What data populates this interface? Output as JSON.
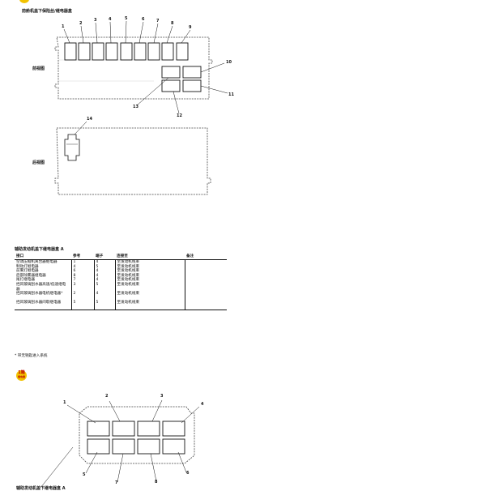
{
  "badge_top": "",
  "diagram1": {
    "heading": "前舱机盖下保险丝/继电器盒",
    "view_label": "前视图",
    "callouts": [
      "1",
      "2",
      "3",
      "4",
      "5",
      "6",
      "7",
      "8",
      "9",
      "10",
      "11",
      "12",
      "13"
    ]
  },
  "diagram2": {
    "view_label": "后视图",
    "callouts": [
      "14"
    ]
  },
  "table": {
    "title": "辅助发动机盖下继电器盒 A",
    "headers": [
      "接口",
      "参考",
      "端子",
      "连接至",
      "备注"
    ],
    "rows": [
      {
        "port": "空调压缩机离合器继电器",
        "ref": "1",
        "term": "4",
        "conn": "至发动机线束",
        "note": ""
      },
      {
        "port": "制动灯继电器",
        "ref": "4",
        "term": "5",
        "conn": "至发动机线束",
        "note": ""
      },
      {
        "port": "前雾灯继电器",
        "ref": "6",
        "term": "4",
        "conn": "至发动机线束",
        "note": ""
      },
      {
        "port": "后部除雾器继电器",
        "ref": "8",
        "term": "4",
        "conn": "至发动机线束",
        "note": ""
      },
      {
        "port": "尾灯继电器",
        "ref": "7",
        "term": "4",
        "conn": "至发动机线束",
        "note": ""
      },
      {
        "port": "挡风玻璃刮水器高速/低速继电器",
        "ref": "3",
        "term": "5",
        "conn": "至发动机线束",
        "note": ""
      },
      {
        "port": "挡风玻璃刮水器电机继电器*",
        "ref": "2",
        "term": "4",
        "conn": "至发动机线束",
        "note": ""
      },
      {
        "port": "挡风玻璃刮水器间歇继电器",
        "ref": "5",
        "term": "5",
        "conn": "至发动机线束",
        "note": ""
      }
    ]
  },
  "footnote": "*  带无钥匙进入系统",
  "badge2": {
    "line1": "1箱",
    "line2": "继电器"
  },
  "diagram3": {
    "callouts": [
      "1",
      "2",
      "3",
      "4",
      "5",
      "6",
      "7",
      "8"
    ],
    "bottom_label": "辅助发动机盖下继电器盒 A"
  }
}
